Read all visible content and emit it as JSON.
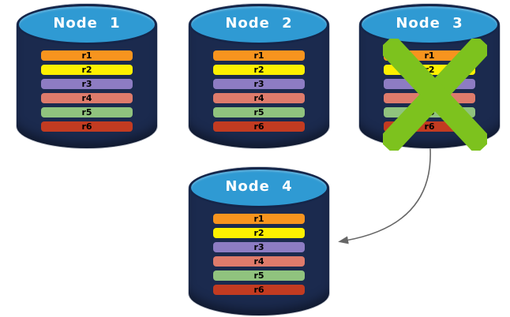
{
  "palette": {
    "background": "#ffffff",
    "cylinder_body": "#1b2a4e",
    "cylinder_top": "#2f9ad3",
    "cylinder_border": "#15264a",
    "title_text": "#ffffff",
    "row_text": "#000000",
    "x_mark": "#7dc21e",
    "arrow": "#666666"
  },
  "rows": [
    {
      "label": "r1",
      "color": "#f7941e"
    },
    {
      "label": "r2",
      "color": "#fdf000"
    },
    {
      "label": "r3",
      "color": "#8d7cc3"
    },
    {
      "label": "r4",
      "color": "#de7b6b"
    },
    {
      "label": "r5",
      "color": "#90c37e"
    },
    {
      "label": "r6",
      "color": "#c23b21"
    }
  ],
  "nodes": [
    {
      "label": "Node 1",
      "failed": false
    },
    {
      "label": "Node 2",
      "failed": false
    },
    {
      "label": "Node 3",
      "failed": true
    },
    {
      "label": "Node 4",
      "failed": false
    }
  ],
  "annotations": {
    "x_mark_on": "Node 3",
    "arrow": {
      "from": "Node 3",
      "to": "Node 4"
    }
  }
}
